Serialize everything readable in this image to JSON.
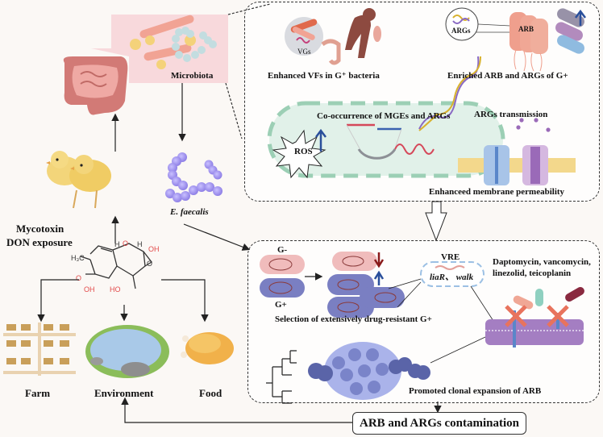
{
  "diagram": {
    "left_flow": {
      "microbiota_label": "Microbiota",
      "species_label": "E. faecalis",
      "exposure_label_line1": "Mycotoxin",
      "exposure_label_line2": "DON exposure",
      "molecule_atoms": [
        "H₃C",
        "O",
        "OH",
        "HO",
        "OH",
        "O",
        "O",
        "H",
        "H"
      ],
      "destinations": [
        {
          "label": "Farm"
        },
        {
          "label": "Environment"
        },
        {
          "label": "Food"
        }
      ]
    },
    "top_panel": {
      "vf_caption": "Enhanced VFs in G⁺ bacteria",
      "vgs_label": "VGs",
      "argb_caption": "Enriched ARB and ARGs of G+",
      "args_label": "ARGs",
      "arb_label": "ARB",
      "mge_caption": "Co-occurrence of MGEs and ARGs",
      "transmission_caption": "ARGs transmission",
      "ros_label": "ROS",
      "membrane_caption": "Enhanceed  membrane permeability"
    },
    "bottom_panel": {
      "gneg_label": "G-",
      "gpos_label": "G+",
      "selection_caption": "Selection of extensively drug-resistant G+",
      "vre_label": "VRE",
      "genes_label": "liaR、 walk",
      "drugs_line1": "Daptomycin, vancomycin,",
      "drugs_line2": "linezolid, teicoplanin",
      "clonal_caption": "Promoted clonal  expansion of ARB"
    },
    "outcome": {
      "label": "ARB and ARGs contamination"
    },
    "colors": {
      "microbiota_bg": "#f7d5d9",
      "enterococcus": "#a99af0",
      "gneg_cell": "#f0bcbc",
      "gpos_cell": "#7a7fc2",
      "up_arrow": "#2a4f9b",
      "down_arrow": "#8a1a1a",
      "membrane": "#a47ec2",
      "cross": "#e8735d",
      "cell_body": "#d9eee3"
    }
  }
}
